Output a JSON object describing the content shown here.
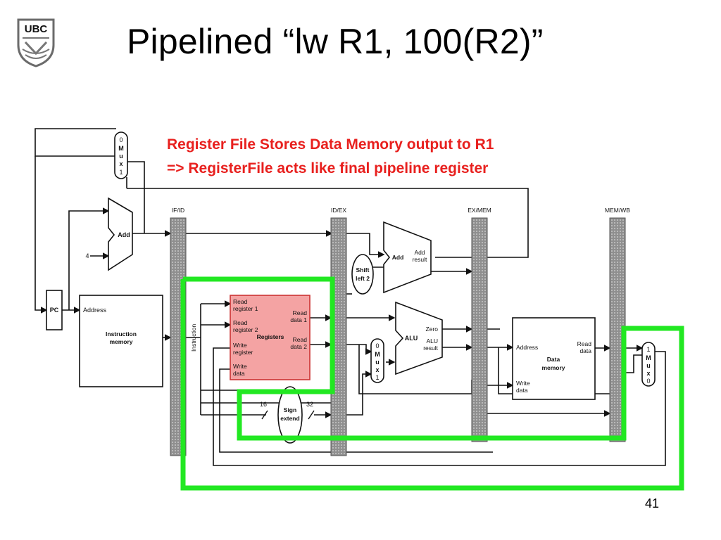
{
  "slide": {
    "title": "Pipelined “lw R1, 100(R2)”",
    "notes": [
      "Register File Stores Data Memory output to R1",
      "=> RegisterFile acts like final pipeline register"
    ],
    "page_number": "41",
    "logo_text": "UBC"
  },
  "diagram": {
    "pipeline_registers": [
      "IF/ID",
      "ID/EX",
      "EX/MEM",
      "MEM/WB"
    ],
    "pc": "PC",
    "constant_four": "4",
    "adder_label": "Add",
    "branch_adder": {
      "label": "Add",
      "result_line1": "Add",
      "result_line2": "result"
    },
    "shift": {
      "line1": "Shift",
      "line2": "left 2"
    },
    "mux_pc": [
      "0",
      "M",
      "u",
      "x",
      "1"
    ],
    "mux_alu": [
      "0",
      "M",
      "u",
      "x",
      "1"
    ],
    "mux_wb": [
      "1",
      "M",
      "u",
      "x",
      "0"
    ],
    "instruction_memory": {
      "port": "Address",
      "title1": "Instruction",
      "title2": "memory"
    },
    "instruction_bus": "Instruction",
    "registers": {
      "title": "Registers",
      "read_register_1": [
        "Read",
        "register 1"
      ],
      "read_register_2": [
        "Read",
        "register 2"
      ],
      "write_register": [
        "Write",
        "register"
      ],
      "write_data": [
        "Write",
        "data"
      ],
      "read_data_1": [
        "Read",
        "data 1"
      ],
      "read_data_2": [
        "Read",
        "data 2"
      ]
    },
    "alu": {
      "label": "ALU",
      "zero": "Zero",
      "result1": "ALU",
      "result2": "result"
    },
    "sign_extend": {
      "line1": "Sign",
      "line2": "extend",
      "in_width": "16",
      "out_width": "32"
    },
    "data_memory": {
      "address": "Address",
      "read_data": [
        "Read",
        "data"
      ],
      "title": [
        "Data",
        "memory"
      ],
      "write_data": [
        "Write",
        "data"
      ]
    },
    "colors": {
      "highlight": "#22e822",
      "registers_fill": "#f4a3a3",
      "note_text": "#e8201e"
    }
  }
}
